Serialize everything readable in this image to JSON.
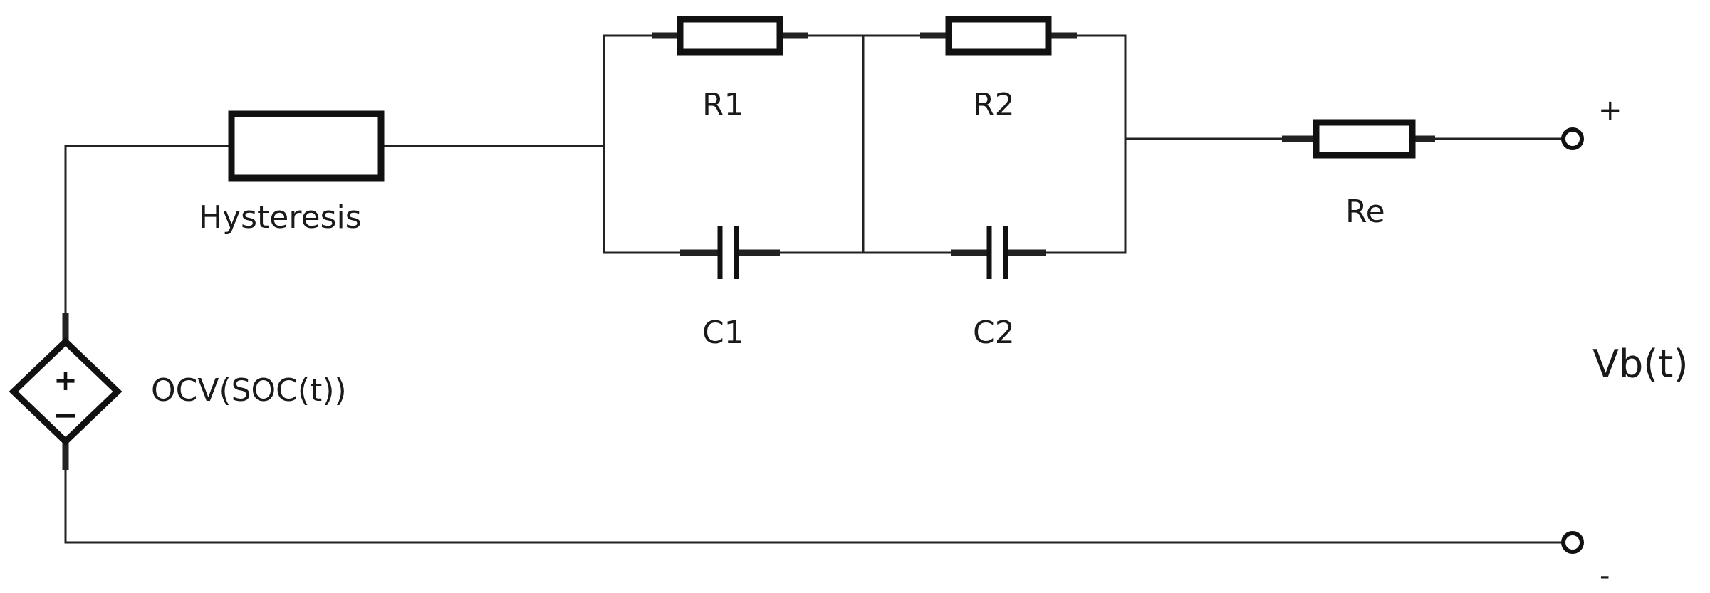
{
  "diagram": {
    "components": {
      "hysteresis": {
        "label": "Hysteresis"
      },
      "r1": {
        "label": "R1"
      },
      "r2": {
        "label": "R2"
      },
      "c1": {
        "label": "C1"
      },
      "c2": {
        "label": "C2"
      },
      "re": {
        "label": "Re"
      },
      "ocv_source": {
        "label": "OCV(SOC(t))",
        "positive_sign": "+",
        "negative_sign": "−"
      }
    },
    "terminals": {
      "positive_label": "+",
      "negative_label": "-",
      "voltage_label": "Vb(t)"
    }
  }
}
